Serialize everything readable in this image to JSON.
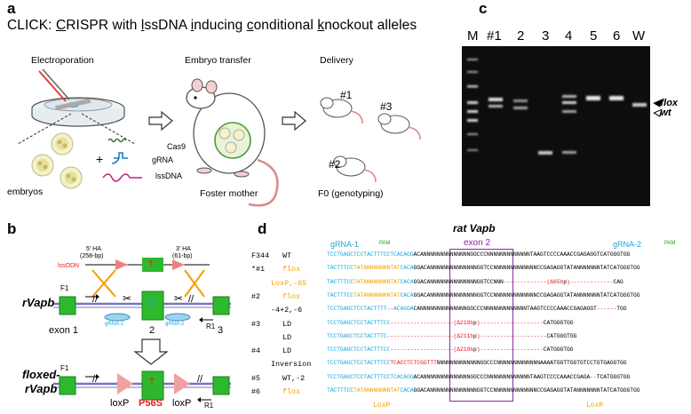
{
  "panel_a": {
    "letter": "a",
    "title_parts": [
      "CLICK: ",
      "C",
      "RISPR with ",
      "l",
      "ssDNA ",
      "i",
      "nducing ",
      "c",
      "onditional ",
      "k",
      "nockout alleles"
    ],
    "electroporation": "Electroporation",
    "embryo_transfer": "Embryo transfer",
    "delivery": "Delivery",
    "embryos": "embryos",
    "cas9": "Cas9",
    "grna": "gRNA",
    "lssdna": "lssDNA",
    "foster_mother": "Foster mother",
    "f0": "F0 (genotyping)",
    "plus": "+",
    "rat1": "#1",
    "rat2": "#2",
    "rat3": "#3"
  },
  "panel_b": {
    "letter": "b",
    "ha5": "5' HA",
    "ha5_bp": "(258-bp)",
    "ha3": "3' HA",
    "ha3_bp": "(61-bp)",
    "lssodn": "lssODN",
    "rvapb": "rVapb",
    "floxed": "floxed-",
    "floxed2": "rVapb",
    "exon1": "exon 1",
    "exon2": "2",
    "exon3": "3",
    "f1": "F1",
    "r1": "R1",
    "grna1": "gRNA-1",
    "grna2": "gRNA-2",
    "t": "T",
    "c": "C",
    "loxp": "loxP",
    "p56s": "P56S"
  },
  "panel_c": {
    "letter": "c",
    "lanes": [
      "M",
      "#1",
      "2",
      "3",
      "4",
      "5",
      "6",
      "W"
    ],
    "flox": "flox",
    "wt": "wt"
  },
  "panel_d": {
    "letter": "d",
    "title": "rat Vapb",
    "grna1": "gRNA-1",
    "grna2": "gRNA-2",
    "pam": "PAM",
    "exon2": "exon 2",
    "loxp_left": "LoxP",
    "loxp_right": "LoxP",
    "rows": [
      {
        "name": "F344",
        "type": "WT",
        "seq": "TCCTGAGCTCCTACTTTCCTCACAGGACANNNNNNNNNNNNNNGGCCCNNNNNNNNNNNNNTAAGTCCCCAAACCGAGAGGTCATGGGTGG"
      },
      {
        "name": "*#1",
        "type": "flox",
        "seq": "TACTTTCCTATANNNNNNNTATCACAGGACANNNNNNNNNNNNNNGGTCCNNNNNNNNNNNNNCCGAGAGGTATANNNNNNNTATCATGGGTGG"
      },
      {
        "name": "",
        "type": "LoxP,-65",
        "seq": "TACTTTCCTATANNNNNNNTATCACAGGACANNNNNNNNNNNNNNGGTCCNNN-------------(Δ65bp)-------------CAG"
      },
      {
        "name": "#2",
        "type": "flox",
        "seq": "TACTTTCCTATANNNNNNNTATCACAGGACANNNNNNNNNNNNNNGGTCCNNNNNNNNNNNNNCCGAGAGGTATANNNNNNNTATCATGGGTGG"
      },
      {
        "name": "",
        "type": "-4+2,-6",
        "seq": "TCCTGAGCTCCTACTTTT--ACAGGACANNNNNNNNNNNNNNGGCCCNNNNNNNNNNNNNTAAGTCCCCAAACCGAGAGGT------TGG"
      },
      {
        "name": "#3",
        "type": "LD",
        "seq": "TCCTGAGCTCCTACTTTCC-------------------(Δ210bp)-------------------CATGGGTGG"
      },
      {
        "name": "",
        "type": "LD",
        "seq": "TCCTGAGCTCCTACTTTC--------------------(Δ211bp)--------------------CATGGGTGG"
      },
      {
        "name": "#4",
        "type": "LD",
        "seq": "TCCTGAGCTCCTACTTTCC-------------------(Δ210bp)-------------------CATGGGTGG"
      },
      {
        "name": "",
        "type": "Inversion",
        "seq": "TCCTGAGCTCCTACTTTCCTCACCTCTCGGTTTNNNNNNNNNNNNNGGCCCNNNNNNNNNNNNNAAAATGGTTGGTGTCCTGTGAGGTGG"
      },
      {
        "name": "#5",
        "type": "WT,-2",
        "seq": "TCCTGAGCTCCTACTTTCCTCACAGGACANNNNNNNNNNNNNNGGCCCNNNNNNNNNNNNNTAAGTCCCCAAACCGAGA--TCATGGGTGG"
      },
      {
        "name": "#6",
        "type": "flox",
        "seq": "TACTTTCCTATANNNNNNNTATCACAGGACANNNNNNNNNNNNNNGGTCCNNNNNNNNNNNNNCCGAGAGGTATANNNNNNNTATCATGGGTGG"
      }
    ]
  }
}
